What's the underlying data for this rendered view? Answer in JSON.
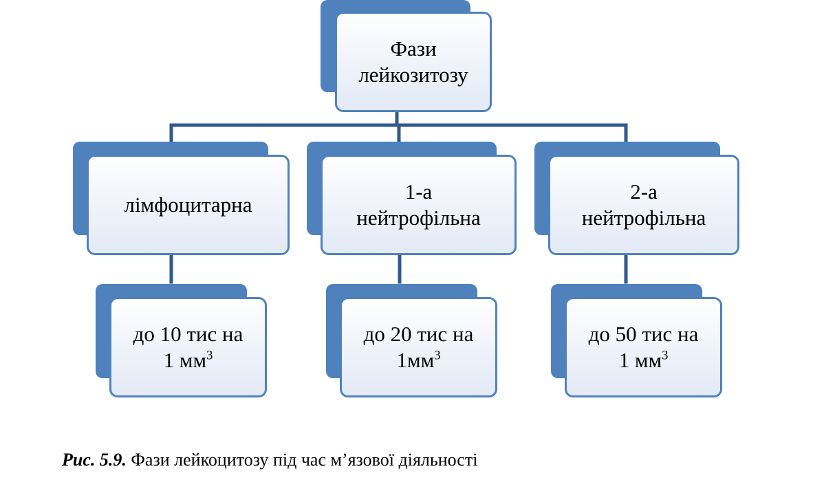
{
  "root": {
    "line1": "Фази",
    "line2": "лейкозитозу"
  },
  "phases": [
    {
      "title_line1": "лімфоцитарна",
      "title_line2": "",
      "count_line1": "до 10 тис на",
      "count_line2": "1 мм",
      "count_sup": "3"
    },
    {
      "title_line1": "1-а",
      "title_line2": "нейтрофільна",
      "count_line1": "до 20 тис на",
      "count_line2": "1мм",
      "count_sup": "3"
    },
    {
      "title_line1": "2-а",
      "title_line2": "нейтрофільна",
      "count_line1": "до 50 тис на",
      "count_line2": "1 мм",
      "count_sup": "3"
    }
  ],
  "caption": {
    "label": "Рис. 5.9.",
    "text": " Фази лейкоцитозу під час м’язової діяльності"
  },
  "colors": {
    "accent": "#4f81bd",
    "connector": "#2f5a8c",
    "fill_light": "#e3eaf6"
  }
}
